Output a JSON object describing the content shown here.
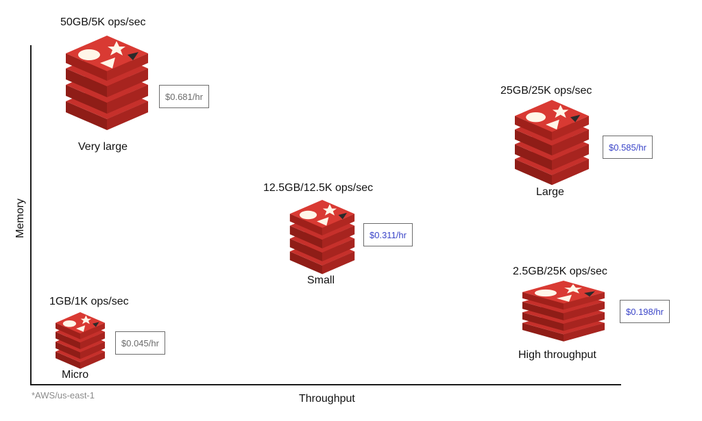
{
  "axes": {
    "x_label": "Throughput",
    "y_label": "Memory"
  },
  "footnote": "*AWS/us-east-1",
  "brand_color": "#c6302b",
  "tiers": {
    "very_large": {
      "spec": "50GB/5K ops/sec",
      "name": "Very large",
      "price": "$0.681/hr",
      "icon": "redis-logo-icon"
    },
    "large": {
      "spec": "25GB/25K ops/sec",
      "name": "Large",
      "price": "$0.585/hr",
      "icon": "redis-logo-icon"
    },
    "small": {
      "spec": "12.5GB/12.5K ops/sec",
      "name": "Small",
      "price": "$0.311/hr",
      "icon": "redis-logo-icon"
    },
    "high_throughput": {
      "spec": "2.5GB/25K ops/sec",
      "name": "High throughput",
      "price": "$0.198/hr",
      "icon": "redis-logo-icon"
    },
    "micro": {
      "spec": "1GB/1K ops/sec",
      "name": "Micro",
      "price": "$0.045/hr",
      "icon": "redis-logo-icon"
    }
  }
}
